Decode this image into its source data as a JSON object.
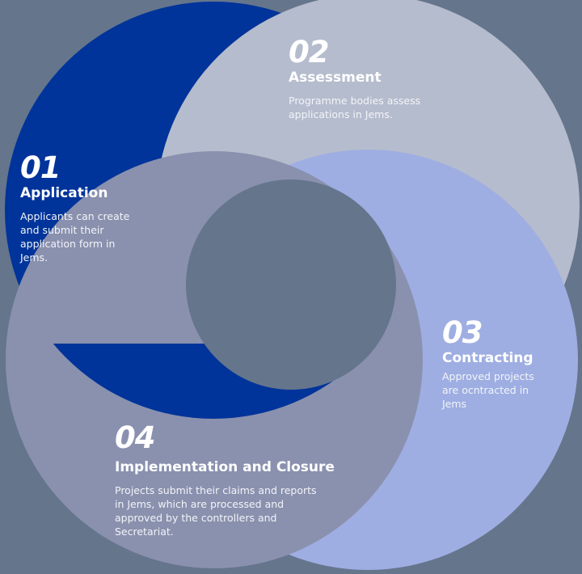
{
  "colors": {
    "background": "#65758c",
    "step1": "#00349a",
    "step2": "#b5bccd",
    "step3": "#9eaee2",
    "step4": "#8a91ae",
    "center": "#65758c"
  },
  "steps": [
    {
      "number": "01",
      "title": "Application",
      "lines": [
        "Applicants can create",
        "and submit their",
        "application form in",
        "Jems."
      ]
    },
    {
      "number": "02",
      "title": "Assessment",
      "lines": [
        "Programme bodies assess",
        "applications in Jems."
      ]
    },
    {
      "number": "03",
      "title": "Contracting",
      "lines": [
        "Approved projects",
        "are ocntracted in",
        "Jems"
      ]
    },
    {
      "number": "04",
      "title": "Implementation and Closure",
      "lines": [
        "Projects submit their claims and reports",
        "in Jems, which are processed and",
        "approved by the controllers and",
        "Secretariat."
      ]
    }
  ]
}
